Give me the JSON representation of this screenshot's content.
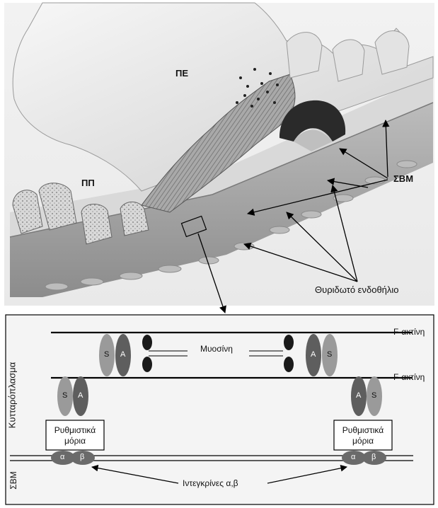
{
  "illustration": {
    "labels": {
      "pe": "ΠΕ",
      "pp": "ΠΠ",
      "sbm": "ΣΒΜ",
      "fenestrated_endothelium": "Θυριδωτό ενδοθήλιο"
    }
  },
  "schematic": {
    "f_actin_top": "F-ακτίνη",
    "f_actin_mid": "F-ακτίνη",
    "myosin": "Μυοσίνη",
    "cytoplasm": "Κυτταρόπλασμα",
    "sbm": "ΣΒΜ",
    "regulatory_left": "Ρυθμιστικά μόρια",
    "regulatory_right": "Ρυθμιστικά μόρια",
    "integrins": "Ιντεγκρίνες α,β",
    "oval_S": "S",
    "oval_A": "A",
    "oval_alpha": "α",
    "oval_beta": "β"
  },
  "colors": {
    "synaptopodin_S": "#9a9a9a",
    "actinin_A": "#5e5e5e",
    "integrin": "#6a6a6a",
    "myosin_head": "#1a1a1a",
    "panel_background": "#f4f4f4"
  }
}
